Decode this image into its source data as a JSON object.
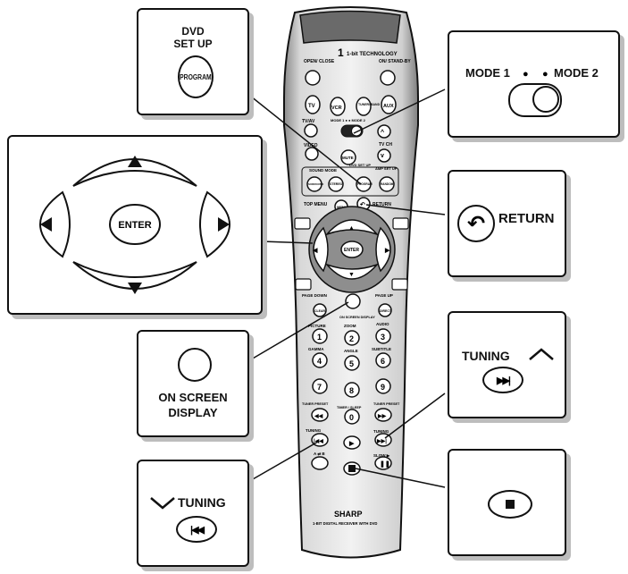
{
  "callouts": {
    "dvd_setup": {
      "line1": "DVD",
      "line2": "SET UP",
      "button": "PROGRAM"
    },
    "mode": {
      "mode1": "MODE 1",
      "mode2": "MODE 2"
    },
    "cursor": {
      "enter": "ENTER"
    },
    "return": {
      "label": "RETURN"
    },
    "on_screen": {
      "line1": "ON SCREEN",
      "line2": "DISPLAY"
    },
    "tuning_up": {
      "label": "TUNING"
    },
    "tuning_down": {
      "label": "TUNING"
    }
  },
  "remote": {
    "brand": "SHARP",
    "model": "1-BIT DIGITAL RECEIVER WITH DVD",
    "logo": "1-bit TECHNOLOGY",
    "labels": {
      "open_close": "OPEN/ CLOSE",
      "on_standby": "ON/ STAND-BY",
      "tv": "TV",
      "vcr": "VCR",
      "tuner_band": "TUNER/ BAND",
      "aux": "AUX",
      "tv_av": "TV/AV",
      "mode_switch": "MODE 1 ● ● MODE 2",
      "video": "VIDEO",
      "tv_ch": "TV CH",
      "mute": "MUTE",
      "sound_mode": "SOUND MODE",
      "dvd_setup": "DVD SET UP",
      "amp_setup": "AMP SET UP",
      "surround": "SURROUND",
      "stereo": "STEREO",
      "program": "PROGRAM",
      "random": "RANDOM",
      "top_menu": "TOP MENU",
      "menu": "MENU",
      "return": "RETURN",
      "enter": "ENTER",
      "page_down": "PAGE DOWN",
      "page_up": "PAGE UP",
      "clear": "CLEAR",
      "direct": "DIRECT",
      "on_screen_display": "ON SCREEN DISPLAY",
      "picture": "PICTURE",
      "zoom": "ZOOM",
      "audio": "AUDIO",
      "gamma": "GAMMA",
      "angle": "ANGLE",
      "subtitle": "SUBTITLE",
      "tuner_preset_down": "TUNER PRESET",
      "timer_sleep": "TIMER / SLEEP",
      "tuner_preset_up": "TUNER PRESET",
      "tuning_down": "TUNING",
      "tuning_up": "TUNING",
      "a_b": "A ⇄ B",
      "slow": "SLOW ▶"
    },
    "digits": [
      "1",
      "2",
      "3",
      "4",
      "5",
      "6",
      "7",
      "8",
      "9",
      "0"
    ]
  }
}
